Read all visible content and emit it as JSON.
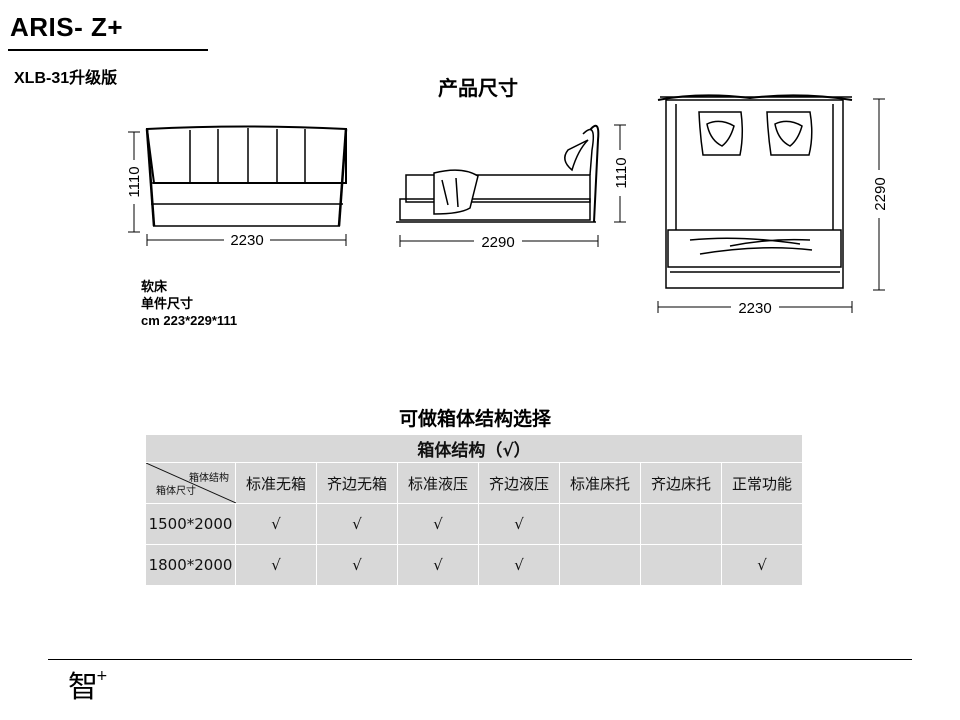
{
  "header": {
    "brand": "ARIS- Z+",
    "model": "XLB-31升级版"
  },
  "dimensions": {
    "title": "产品尺寸",
    "front_width": "2230",
    "front_height": "1110",
    "side_length": "2290",
    "side_height": "1110",
    "top_length": "2290",
    "top_width": "2230"
  },
  "spec": {
    "type": "软床",
    "label": "单件尺寸",
    "size": "cm 223*229*111"
  },
  "options": {
    "title": "可做箱体结构选择",
    "table_header": "箱体结构（√）",
    "corner_top": "箱体结构",
    "corner_bottom": "箱体尺寸",
    "columns": [
      "标准无箱",
      "齐边无箱",
      "标准液压",
      "齐边液压",
      "标准床托",
      "齐边床托",
      "正常功能"
    ],
    "rows": [
      {
        "size": "1500*2000",
        "cells": [
          "√",
          "√",
          "√",
          "√",
          "",
          "",
          ""
        ]
      },
      {
        "size": "1800*2000",
        "cells": [
          "√",
          "√",
          "√",
          "√",
          "",
          "",
          "√"
        ]
      }
    ]
  },
  "footer": {
    "logo": "智",
    "logo_sup": "+"
  }
}
